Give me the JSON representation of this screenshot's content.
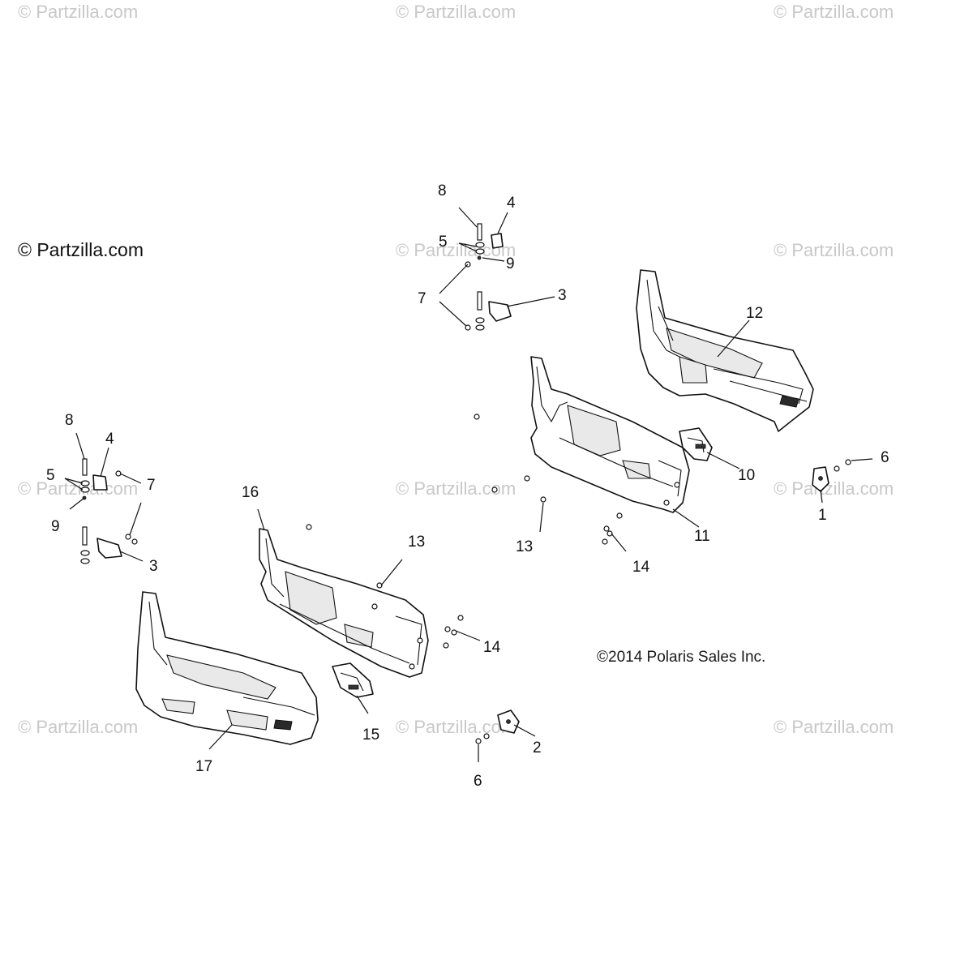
{
  "watermarks": {
    "brand": "© Partzilla.com",
    "main": "© Partzilla.com"
  },
  "copyright": "©2014 Polaris Sales Inc.",
  "callouts": [
    {
      "id": "c-8-top",
      "label": "8"
    },
    {
      "id": "c-4-top",
      "label": "4"
    },
    {
      "id": "c-5-top",
      "label": "5"
    },
    {
      "id": "c-9-top",
      "label": "9"
    },
    {
      "id": "c-7-top",
      "label": "7"
    },
    {
      "id": "c-3-top",
      "label": "3"
    },
    {
      "id": "c-12",
      "label": "12"
    },
    {
      "id": "c-10",
      "label": "10"
    },
    {
      "id": "c-6-right",
      "label": "6"
    },
    {
      "id": "c-1",
      "label": "1"
    },
    {
      "id": "c-11",
      "label": "11"
    },
    {
      "id": "c-13-right",
      "label": "13"
    },
    {
      "id": "c-14-right",
      "label": "14"
    },
    {
      "id": "c-8-left",
      "label": "8"
    },
    {
      "id": "c-4-left",
      "label": "4"
    },
    {
      "id": "c-5-left",
      "label": "5"
    },
    {
      "id": "c-7-left",
      "label": "7"
    },
    {
      "id": "c-9-left",
      "label": "9"
    },
    {
      "id": "c-3-left",
      "label": "3"
    },
    {
      "id": "c-16",
      "label": "16"
    },
    {
      "id": "c-13-left",
      "label": "13"
    },
    {
      "id": "c-14-left",
      "label": "14"
    },
    {
      "id": "c-15",
      "label": "15"
    },
    {
      "id": "c-17",
      "label": "17"
    },
    {
      "id": "c-2",
      "label": "2"
    },
    {
      "id": "c-6-bottom",
      "label": "6"
    }
  ]
}
